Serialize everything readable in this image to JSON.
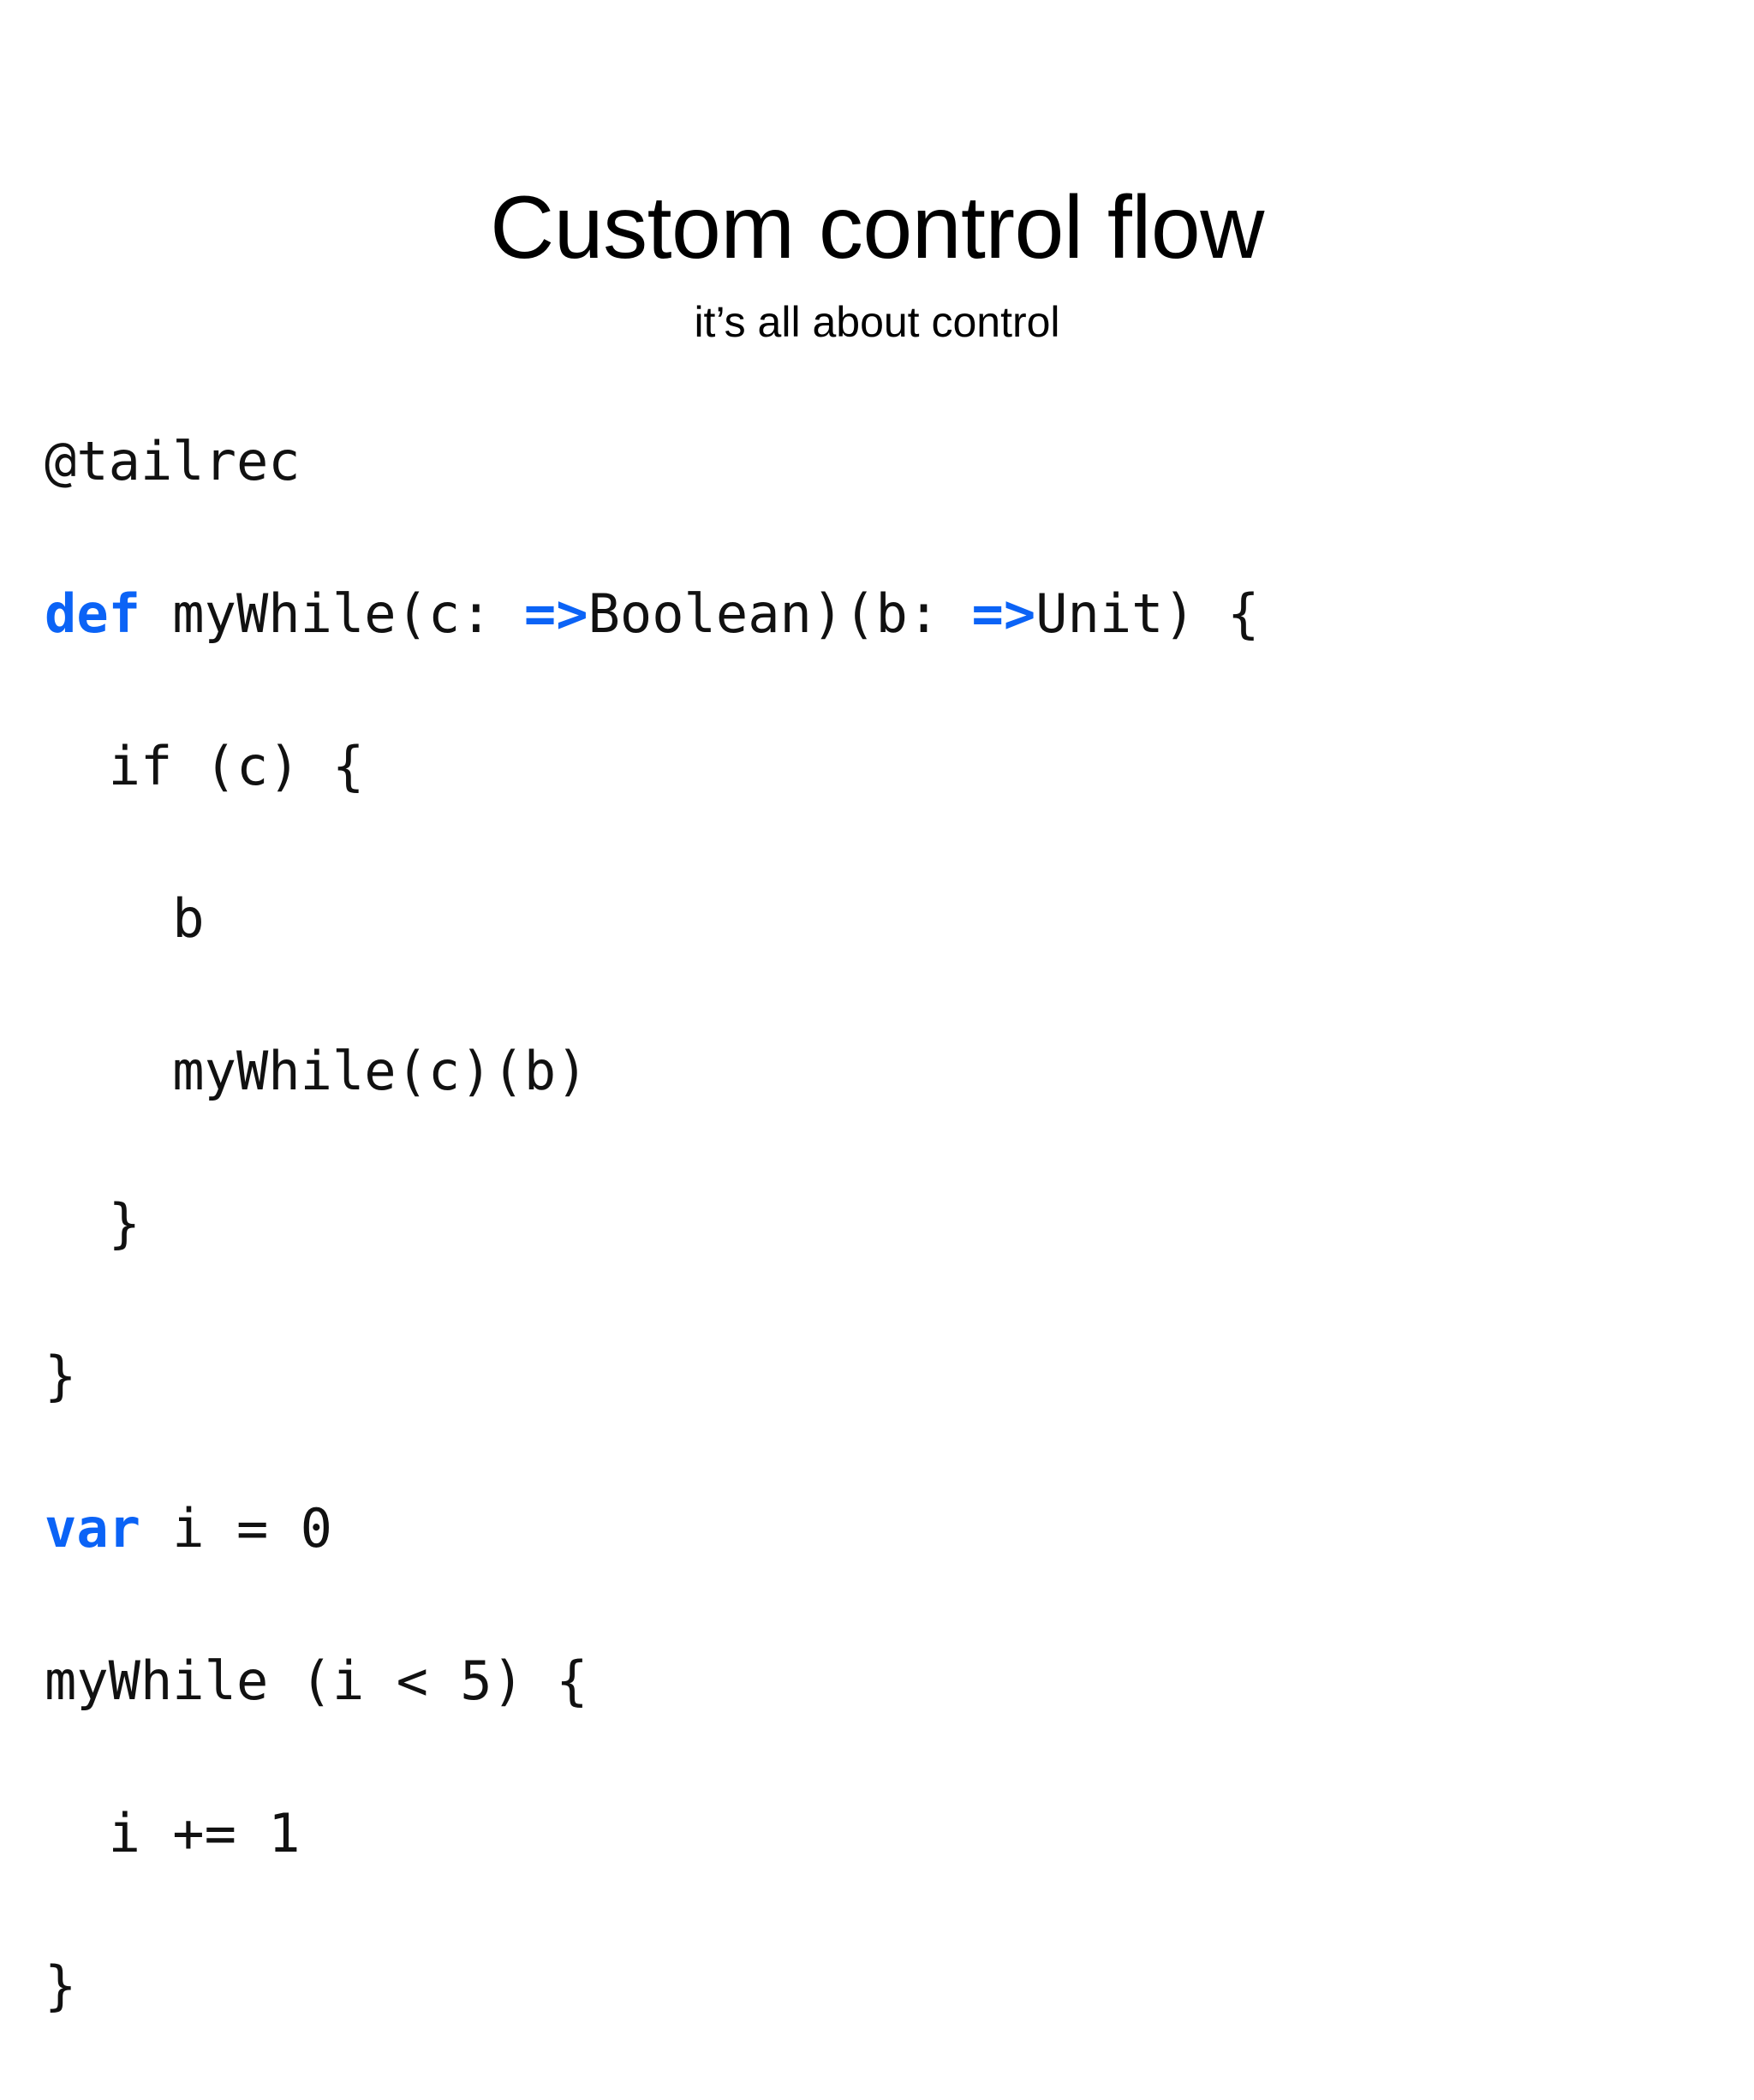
{
  "slide": {
    "title": "Custom control flow",
    "subtitle": "it’s all about control",
    "background_color": "#ffffff",
    "text_color": "#000000",
    "keyword_color": "#0b63f6"
  },
  "code": {
    "language": "scala",
    "lines": [
      {
        "id": "line-1",
        "segments": [
          {
            "text": "@tailrec",
            "type": "plain"
          }
        ]
      },
      {
        "id": "line-2",
        "segments": [
          {
            "text": "def",
            "type": "keyword"
          },
          {
            "text": " myWhile(c: ",
            "type": "plain"
          },
          {
            "text": "=>",
            "type": "keyword"
          },
          {
            "text": "Boolean)(b: ",
            "type": "plain"
          },
          {
            "text": "=>",
            "type": "keyword"
          },
          {
            "text": "Unit) {",
            "type": "plain"
          }
        ]
      },
      {
        "id": "line-3",
        "segments": [
          {
            "text": "  if (c) {",
            "type": "plain"
          }
        ]
      },
      {
        "id": "line-4",
        "segments": [
          {
            "text": "    b",
            "type": "plain"
          }
        ]
      },
      {
        "id": "line-5",
        "segments": [
          {
            "text": "    myWhile(c)(b)",
            "type": "plain"
          }
        ]
      },
      {
        "id": "line-6",
        "segments": [
          {
            "text": "  }",
            "type": "plain"
          }
        ]
      },
      {
        "id": "line-7",
        "segments": [
          {
            "text": "}",
            "type": "plain"
          }
        ]
      },
      {
        "id": "line-8",
        "segments": [
          {
            "text": "var",
            "type": "keyword"
          },
          {
            "text": " i = 0",
            "type": "plain"
          }
        ]
      },
      {
        "id": "line-9",
        "segments": [
          {
            "text": "myWhile (i < 5) {",
            "type": "plain"
          }
        ]
      },
      {
        "id": "line-10",
        "segments": [
          {
            "text": "  i += 1",
            "type": "plain"
          }
        ]
      },
      {
        "id": "line-11",
        "segments": [
          {
            "text": "}",
            "type": "plain"
          }
        ]
      }
    ]
  }
}
